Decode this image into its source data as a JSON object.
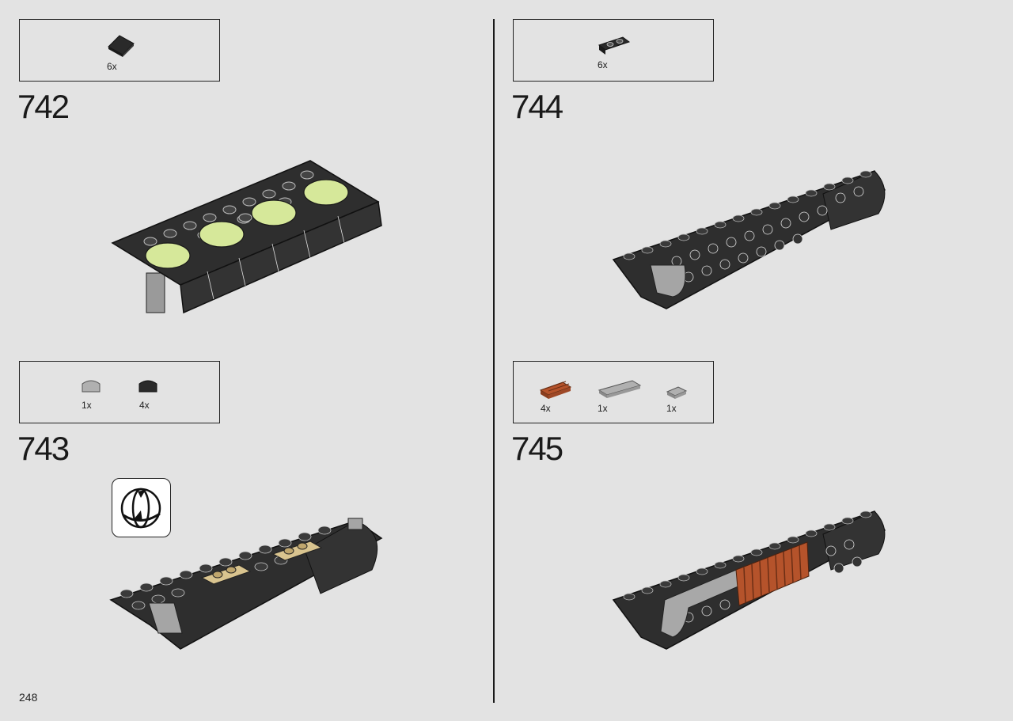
{
  "page": {
    "number": "248"
  },
  "steps": [
    {
      "number": "742",
      "parts": [
        {
          "name": "dark-slope-tile",
          "qty": "6x"
        }
      ]
    },
    {
      "number": "743",
      "parts": [
        {
          "name": "grey-curved-slope",
          "qty": "1x"
        },
        {
          "name": "black-curved-slope",
          "qty": "4x"
        }
      ]
    },
    {
      "number": "744",
      "parts": [
        {
          "name": "black-bracket-plate",
          "qty": "6x"
        }
      ]
    },
    {
      "number": "745",
      "parts": [
        {
          "name": "brown-grille-tile",
          "qty": "4x"
        },
        {
          "name": "grey-tile",
          "qty": "1x"
        },
        {
          "name": "grey-small-slope",
          "qty": "1x"
        }
      ]
    }
  ],
  "icons": {
    "rotate": "rotate-model-icon"
  },
  "colors": {
    "background": "#e3e3e3",
    "brick_black": "#2e2e2e",
    "lime_dome": "#d6e89a",
    "tan": "#d9c48f",
    "reddish_brown": "#b5532b",
    "light_grey": "#a9a9a9"
  }
}
